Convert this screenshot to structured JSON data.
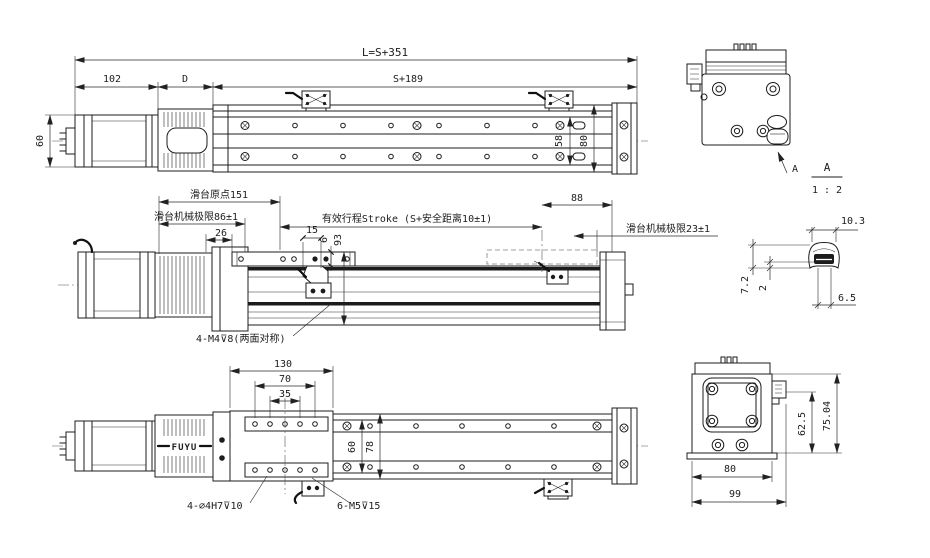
{
  "top_view": {
    "dim_overall_length": "L=S+351",
    "dim_motor_length": "102",
    "dim_coupling_length": "D",
    "dim_body_length": "S+189",
    "dim_motor_width": "60",
    "dim_guide_spacing": "58",
    "dim_body_width": "80"
  },
  "side_view": {
    "dim_slider_origin": "滑台原点151",
    "dim_mech_limit_left": "滑台机械极限86±1",
    "dim_26": "26",
    "dim_effective_stroke": "有效行程Stroke (S+安全距离10±1)",
    "dim_88": "88",
    "dim_mech_limit_right": "滑台机械极限23±1",
    "dim_15": "15",
    "dim_6": "6",
    "dim_93": "93",
    "note_side_threads": "4-M4⊽8(两面对称)"
  },
  "bottom_view": {
    "dim_130": "130",
    "dim_70": "70",
    "dim_35": "35",
    "dim_60": "60",
    "dim_78": "78",
    "note_locating_holes": "4-⌀4H7⊽10",
    "note_mounting_threads": "6-M5⊽15",
    "brand": "FUYU"
  },
  "end_view": {
    "detail_pointer_label": "A",
    "detail_title": "A",
    "detail_scale": "1 : 2"
  },
  "detail_a": {
    "dim_belt_width": "10.3",
    "dim_belt_height": "7.2",
    "dim_2": "2",
    "dim_6_5": "6.5"
  },
  "end_view_bottom": {
    "dim_62_5": "62.5",
    "dim_75_04": "75.04",
    "dim_80": "80",
    "dim_99": "99"
  }
}
